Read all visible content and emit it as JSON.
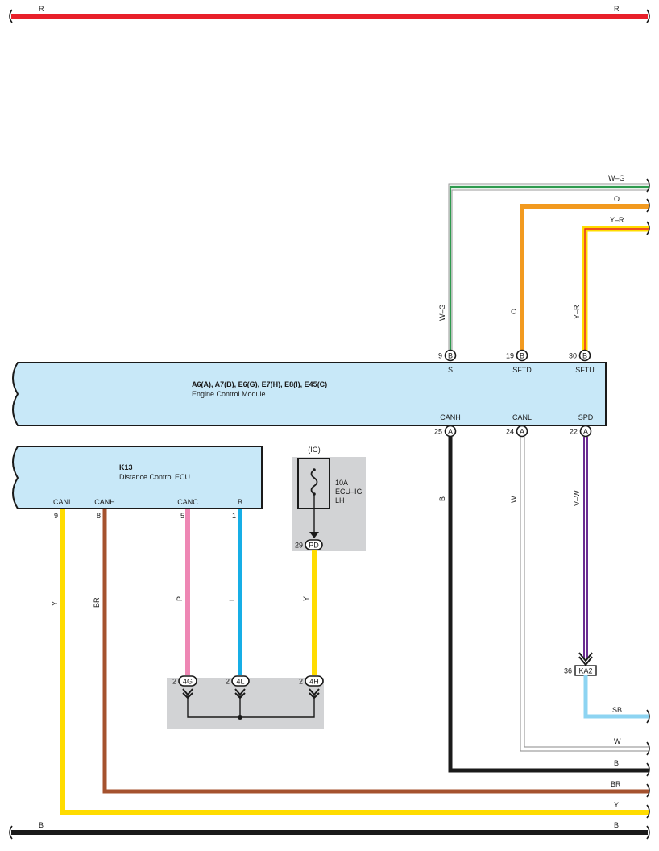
{
  "colors": {
    "red": "#e8202a",
    "black": "#1a1a1a",
    "orange": "#f29a1f",
    "green": "#2e9a4e",
    "yellow": "#ffdc00",
    "brown": "#a5522e",
    "pink": "#ee87b4",
    "blue": "#17aee6",
    "purple": "#6a2c91",
    "skyblue": "#8dd4f2",
    "ecu_fill": "#c8e8f8",
    "shade": "#d2d3d5"
  },
  "wires": {
    "top_r_left": "R",
    "top_r_right": "R",
    "wg_right": "W–G",
    "wg_vertical": "W–G",
    "o_right": "O",
    "o_vertical": "O",
    "yr_right": "Y–R",
    "yr_vertical": "Y–R",
    "b_ecm": "B",
    "w_ecm": "W",
    "vw_ecm": "V–W",
    "sb_right": "SB",
    "w_right": "W",
    "b_right": "B",
    "y_k13": "Y",
    "br_k13": "BR",
    "p_k13": "P",
    "l_k13": "L",
    "y_fuse": "Y",
    "br_right": "BR",
    "y_right": "Y",
    "bottom_b_left": "B",
    "bottom_b_right": "B"
  },
  "ecm": {
    "title": "A6(A), A7(B), E6(G), E7(H), E8(I), E45(C)",
    "subtitle": "Engine Control Module",
    "top_pins": [
      {
        "num": "9",
        "conn": "B",
        "name": "S"
      },
      {
        "num": "19",
        "conn": "B",
        "name": "SFTD"
      },
      {
        "num": "30",
        "conn": "B",
        "name": "SFTU"
      }
    ],
    "bottom_pins": [
      {
        "num": "25",
        "conn": "A",
        "name": "CANH"
      },
      {
        "num": "24",
        "conn": "A",
        "name": "CANL"
      },
      {
        "num": "22",
        "conn": "A",
        "name": "SPD"
      }
    ]
  },
  "k13": {
    "title": "K13",
    "subtitle": "Distance Control ECU",
    "pins": [
      {
        "num": "9",
        "name": "CANL"
      },
      {
        "num": "8",
        "name": "CANH"
      },
      {
        "num": "5",
        "name": "CANC"
      },
      {
        "num": "1",
        "name": "B"
      }
    ]
  },
  "fuse": {
    "group": "(IG)",
    "line1": "10A",
    "line2": "ECU–IG",
    "line3": "LH",
    "pin_num": "29",
    "pin_conn": "PD"
  },
  "junction": [
    {
      "num": "2",
      "conn": "4G"
    },
    {
      "num": "2",
      "conn": "4L"
    },
    {
      "num": "2",
      "conn": "4H"
    }
  ],
  "ka2": {
    "num": "36",
    "conn": "KA2"
  }
}
